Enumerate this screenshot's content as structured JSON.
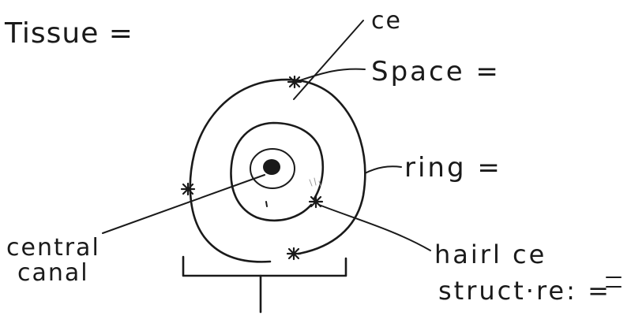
{
  "labels": {
    "tissue": "Tissue =",
    "ce_top": "ce",
    "space": "Space =",
    "ring": "ring =",
    "central_canal_line1": "central",
    "central_canal_line2": "canal",
    "hair_line": "hairl ce",
    "structure_line": "struct·re: ="
  },
  "colors": {
    "ink": "#1a1a1a",
    "paper": "#ffffff"
  }
}
